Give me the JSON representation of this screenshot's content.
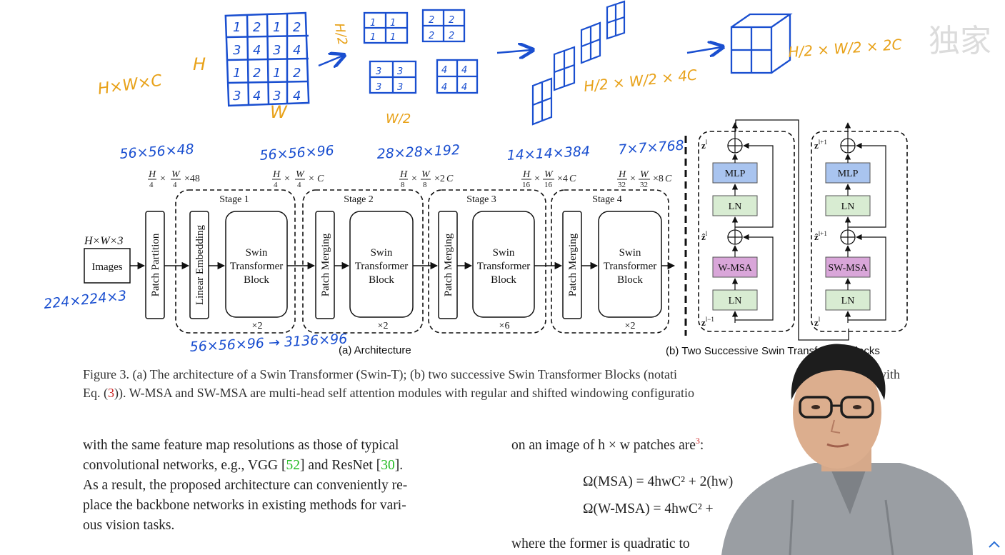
{
  "figure": {
    "input_label": "H×W×3",
    "images_label": "Images",
    "patch_partition": "Patch Partition",
    "linear_embedding": "Linear Embedding",
    "patch_merging": "Patch Merging",
    "swin_block_line1": "Swin",
    "swin_block_line2": "Transformer",
    "swin_block_line3": "Block",
    "stages": [
      {
        "label": "Stage 1",
        "repeat": "×2",
        "dims": "H/4 × W/4 ×48",
        "dims2": "H/4 × W/4 ×C"
      },
      {
        "label": "Stage 2",
        "repeat": "×2",
        "dims": "H/8 × W/8 ×2C"
      },
      {
        "label": "Stage 3",
        "repeat": "×6",
        "dims": "H/16 × W/16 ×4C"
      },
      {
        "label": "Stage 4",
        "repeat": "×2",
        "dims": "H/32 × W/32 ×8C"
      }
    ],
    "sub_a": "(a) Architecture",
    "sub_b": "(b) Two Successive Swin Transformer Blocks",
    "block_left": {
      "mlp": "MLP",
      "ln1": "LN",
      "msa": "W-MSA",
      "ln2": "LN",
      "z_top": "z",
      "z_top_sup": "l",
      "z_mid": "ẑ",
      "z_mid_sup": "l",
      "z_bot": "z",
      "z_bot_sup": "l−1"
    },
    "block_right": {
      "mlp": "MLP",
      "ln1": "LN",
      "msa": "SW-MSA",
      "ln2": "LN",
      "z_top": "z",
      "z_top_sup": "l+1",
      "z_mid": "ẑ",
      "z_mid_sup": "l+1",
      "z_bot": "z",
      "z_bot_sup": "l"
    },
    "colors": {
      "mlp": "#a9c4ef",
      "ln": "#d8ecd2",
      "msa": "#d9a6d9"
    }
  },
  "caption": {
    "line1": "Figure 3. (a) The architecture of a Swin Transformer (Swin-T); (b) two successive Swin Transformer Blocks (notati",
    "line1_tail": "with",
    "line2_a": "Eq. (",
    "line2_ref": "3",
    "line2_b": ")). W-MSA and SW-MSA are multi-head self attention modules with regular and shifted windowing configuratio"
  },
  "left_column": {
    "line1": "with the same feature map resolutions as those of typical",
    "line2_a": "convolutional networks, e.g., VGG [",
    "line2_ref1": "52",
    "line2_b": "] and ResNet [",
    "line2_ref2": "30",
    "line2_c": "].",
    "line3": "As a result, the proposed architecture can conveniently re-",
    "line4": "place the backbone networks in existing methods for vari-",
    "line5": "ous vision tasks."
  },
  "right_column": {
    "line1_a": "on an image of h × w patches are",
    "line1_sup": "3",
    "line1_b": ":",
    "eq1": "Ω(MSA) = 4hwC² + 2(hw)",
    "eq2": "Ω(W-MSA) = 4hwC² +",
    "line_last": "where the former is quadratic to"
  },
  "annotations": {
    "hwc": "H×W×C",
    "h": "H",
    "w": "W",
    "h2": "H/2",
    "w2": "W/2",
    "merged_dims": "H/2 × W/2 × 4C",
    "out_dims": "H/2 × W/2 × 2C",
    "grid_numbers": [
      "1",
      "2",
      "1",
      "2",
      "3",
      "4",
      "3",
      "4",
      "1",
      "2",
      "1",
      "2",
      "3",
      "4",
      "3",
      "4"
    ],
    "dims_stage0": "56×56×48",
    "dims_stage1": "56×56×96",
    "dims_stage2": "28×28×192",
    "dims_stage3": "14×14×384",
    "dims_stage4": "7×7×768",
    "input_size": "224×224×3",
    "flatten": "56×56×96 → 3136×96"
  },
  "watermark": "独家"
}
